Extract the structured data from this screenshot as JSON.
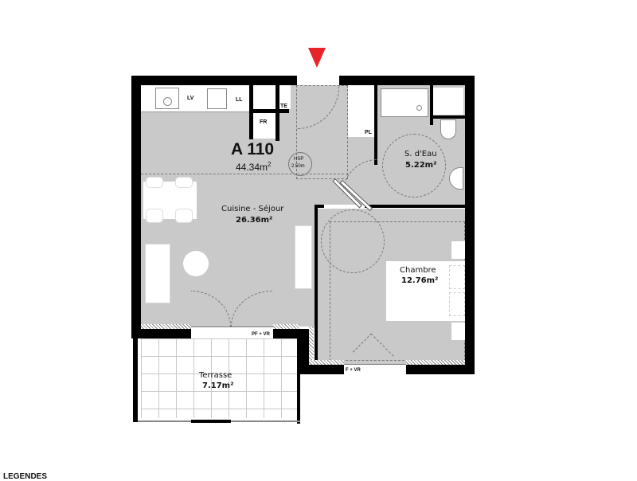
{
  "apartment": {
    "id": "A 110",
    "total_area": "44.34m",
    "total_area_sup": "2",
    "entrance_marker_color": "#e8242b"
  },
  "ceiling": {
    "label": "HSP",
    "value": "2.50m"
  },
  "rooms": [
    {
      "name": "Cuisine - Séjour",
      "area": "26.36m²"
    },
    {
      "name": "S. d'Eau",
      "area": "5.22m²"
    },
    {
      "name": "Chambre",
      "area": "12.76m²"
    },
    {
      "name": "Terrasse",
      "area": "7.17m²"
    }
  ],
  "fixtures": {
    "lv": "LV",
    "ll": "LL",
    "fr": "FR",
    "te": "TE",
    "pl": "PL"
  },
  "openings": {
    "living_window": "PF + VR",
    "bedroom_window": "F + VR"
  },
  "legend": {
    "title": "LEGENDES"
  }
}
